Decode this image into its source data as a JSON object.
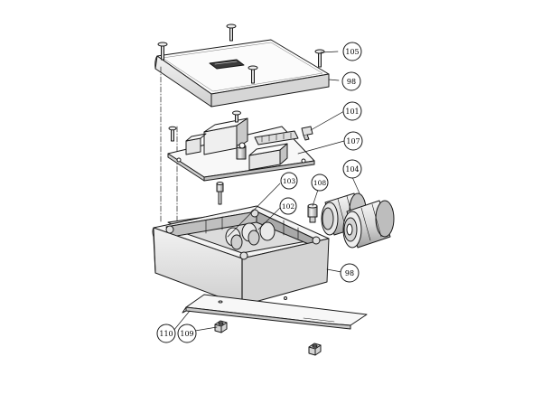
{
  "diagram": {
    "callouts": [
      {
        "id": "c105",
        "label": "105"
      },
      {
        "id": "c98a",
        "label": "98"
      },
      {
        "id": "c101",
        "label": "101"
      },
      {
        "id": "c107",
        "label": "107"
      },
      {
        "id": "c104",
        "label": "104"
      },
      {
        "id": "c103",
        "label": "103"
      },
      {
        "id": "c102",
        "label": "102"
      },
      {
        "id": "c108",
        "label": "108"
      },
      {
        "id": "c98b",
        "label": "98"
      },
      {
        "id": "c110",
        "label": "110"
      },
      {
        "id": "c109",
        "label": "109"
      }
    ],
    "colors": {
      "line": "#1a1a1a",
      "face_light": "#ffffff",
      "face_mid": "#e8e8e8",
      "face_dark": "#bdbdbd",
      "shadow": "#8a8a8a"
    }
  }
}
